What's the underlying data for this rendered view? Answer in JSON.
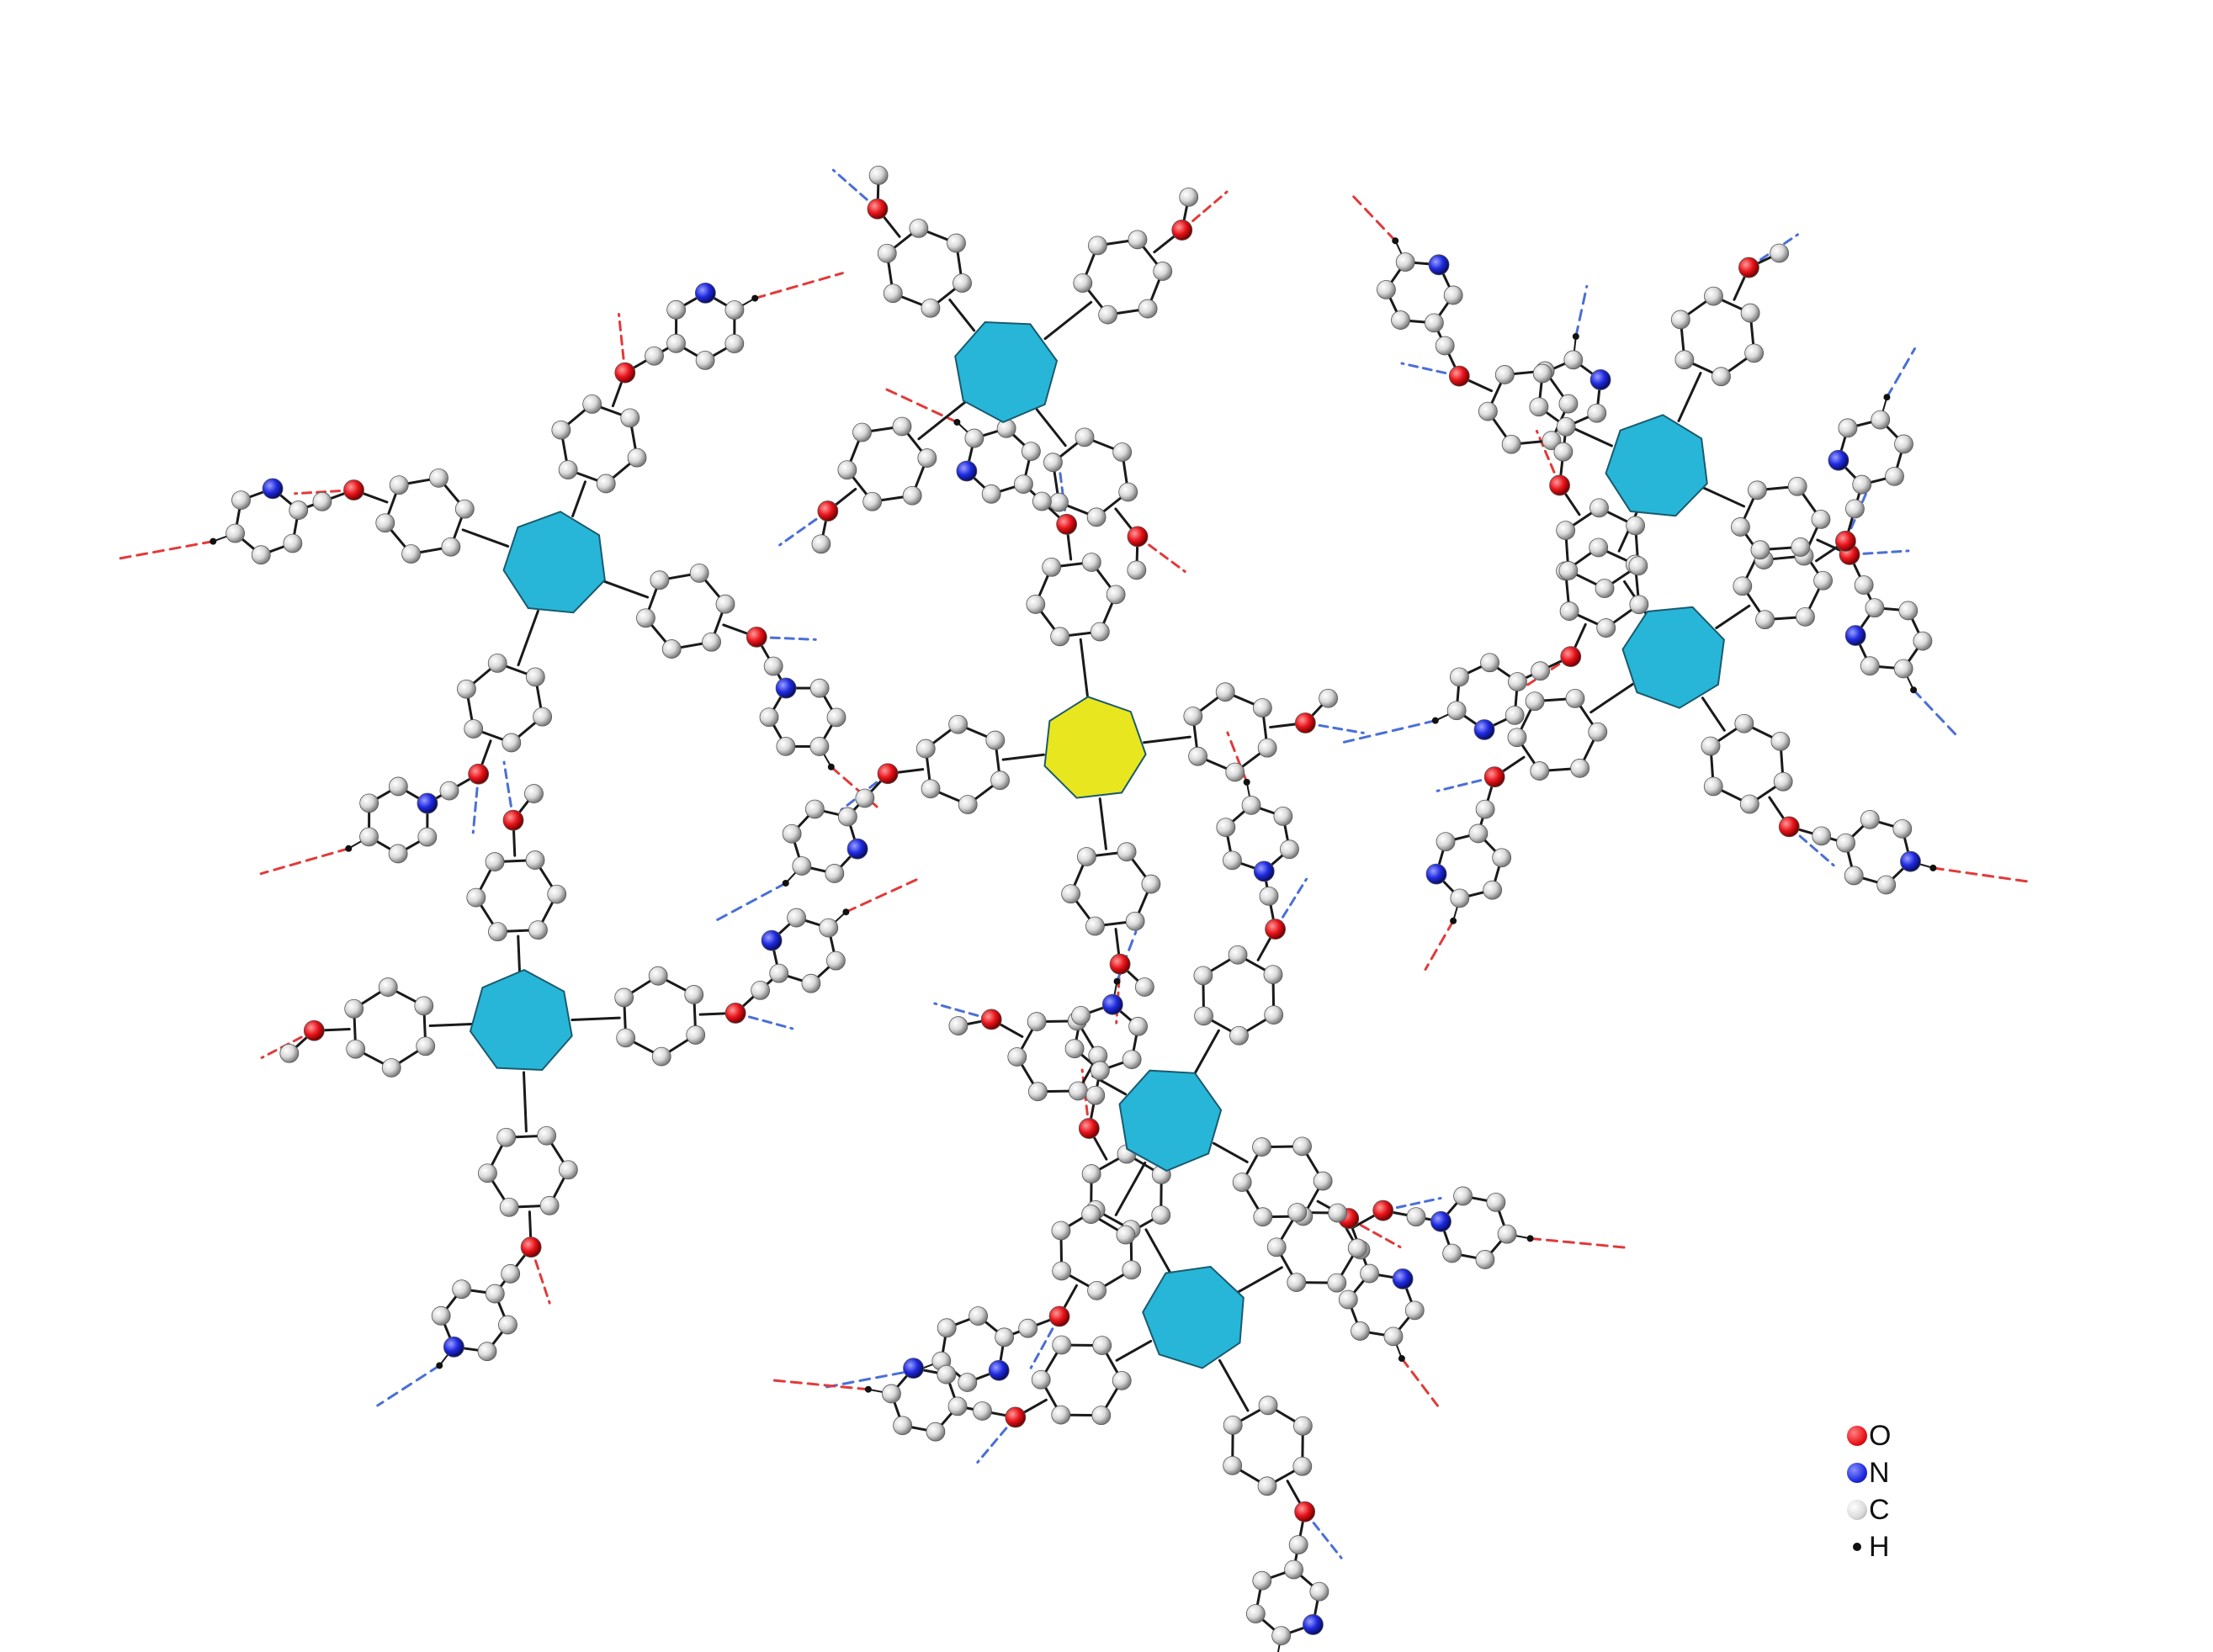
{
  "figure": {
    "colors": {
      "oxygen": "#e8141b",
      "nitrogen": "#1f2ae0",
      "carbon": "#d9d9d9",
      "hydrogen": "#111111",
      "metal": "#27b6d8",
      "metal_highlight": "#e8e61e",
      "bond": "#1a1a1a",
      "hbond_o": "#e23a3a",
      "hbond_n": "#4a6fd6"
    }
  },
  "legend": {
    "items": [
      {
        "label": "O",
        "color": "#e8141b",
        "icon": "oxygen-atom-icon"
      },
      {
        "label": "N",
        "color": "#1f2ae0",
        "icon": "nitrogen-atom-icon"
      },
      {
        "label": "C",
        "color": "#d9d9d9",
        "icon": "carbon-atom-icon"
      },
      {
        "label": "H",
        "color": "#111111",
        "icon": "hydrogen-atom-icon"
      }
    ]
  }
}
